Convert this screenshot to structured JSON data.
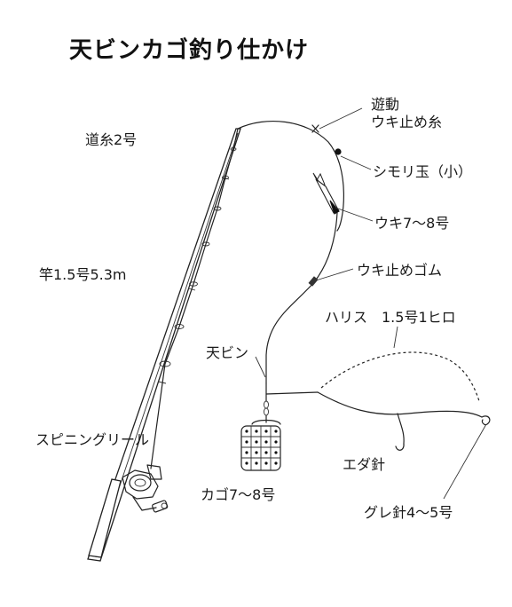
{
  "title": "天ビンカゴ釣り仕かけ",
  "labels": {
    "yudo": "遊動",
    "uki_dome_ito": "ウキ止め糸",
    "michiito": "道糸2号",
    "shimori": "シモリ玉（小）",
    "uki": "ウキ7～8号",
    "sao": "竿1.5号5.3m",
    "uki_dome_gomu": "ウキ止めゴム",
    "harisu": "ハリス　1.5号1ヒロ",
    "tenbin": "天ビン",
    "reel": "スピニングリール",
    "eda_bari": "エダ針",
    "kago": "カゴ7～8号",
    "gure_bari": "グレ針4～5号"
  },
  "icons": {
    "rod": "fishing-rod-icon",
    "reel": "spinning-reel-icon",
    "float": "float-icon",
    "basket": "feeder-basket-icon",
    "hook": "hook-icon"
  },
  "colors": {
    "line": "#222222",
    "background": "#ffffff"
  }
}
